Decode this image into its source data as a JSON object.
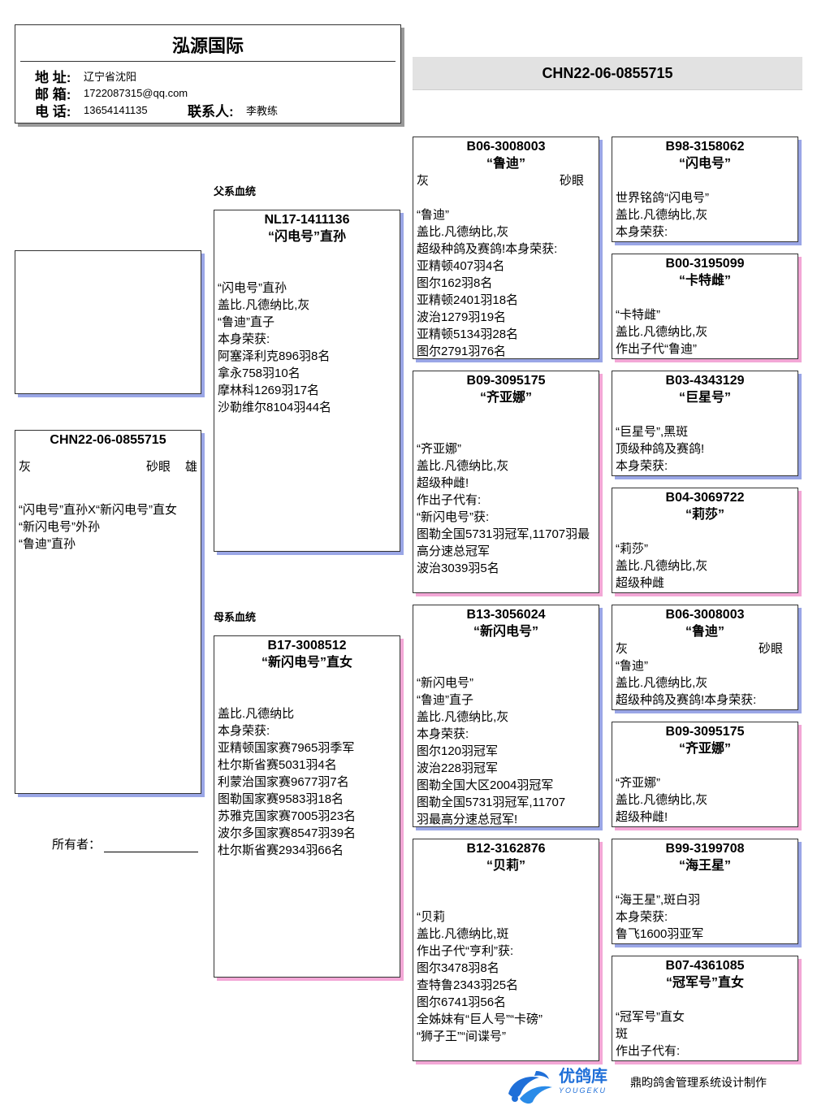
{
  "header": {
    "title": "泓源国际",
    "address_label": "地  址:",
    "address": "辽宁省沈阳",
    "email_label": "邮  箱:",
    "email": "1722087315@qq.com",
    "phone_label": "电  话:",
    "phone": "13654141135",
    "contact_label": "联系人:",
    "contact": "李教练"
  },
  "ring_banner": "CHN22-06-0855715",
  "sections": {
    "sire": "父系血统",
    "dam": "母系血统"
  },
  "main_bird": {
    "ring": "CHN22-06-0855715",
    "color": "灰",
    "eye": "砂眼",
    "sex": "雄",
    "notes": "“闪电号”直孙X“新闪电号”直女\n“新闪电号”外孙\n“鲁迪”直孙"
  },
  "owner_label": "所有者：",
  "sire": {
    "ring": "NL17-1411136",
    "name": "“闪电号”直孙",
    "notes": "“闪电号”直孙\n盖比.凡德纳比,灰\n“鲁迪”直子\n本身荣获:\n阿塞泽利克896羽8名\n拿永758羽10名\n摩林科1269羽17名\n沙勒维尔8104羽44名"
  },
  "dam": {
    "ring": "B17-3008512",
    "name": "“新闪电号”直女",
    "notes": "盖比.凡德纳比\n本身荣获:\n亚精顿国家赛7965羽季军\n杜尔斯省赛5031羽4名\n利蒙治国家赛9677羽7名\n图勒国家赛9583羽18名\n苏雅克国家赛7005羽23名\n波尔多国家赛8547羽39名\n杜尔斯省赛2934羽66名"
  },
  "grandparents": [
    {
      "ring": "B06-3008003",
      "name": "“鲁迪”",
      "color": "灰",
      "eye": "砂眼",
      "notes": "\n“鲁迪”\n盖比.凡德纳比,灰\n超级种鸽及赛鸽!本身荣获:\n亚精顿407羽4名\n图尔162羽8名\n亚精顿2401羽18名\n波治1279羽19名\n亚精顿5134羽28名\n图尔2791羽76名"
    },
    {
      "ring": "B09-3095175",
      "name": "“齐亚娜”",
      "notes": "\n\n“齐亚娜”\n盖比.凡德纳比,灰\n超级种雌!\n作出子代有:\n“新闪电号”获:\n图勒全国5731羽冠军,11707羽最\n高分速总冠军\n波治3039羽5名"
    },
    {
      "ring": "B13-3056024",
      "name": "“新闪电号”",
      "notes": "\n\n“新闪电号”\n“鲁迪”直子\n盖比.凡德纳比,灰\n本身荣获:\n图尔120羽冠军\n波治228羽冠军\n图勒全国大区2004羽冠军\n图勒全国5731羽冠军,11707\n羽最高分速总冠军!"
    },
    {
      "ring": "B12-3162876",
      "name": "“贝莉”",
      "notes": "\n\n“贝莉\n盖比.凡德纳比,斑\n作出子代“亨利”获:\n图尔3478羽8名\n查特鲁2343羽25名\n图尔6741羽56名\n全姊妹有“巨人号”“卡磅”\n“狮子王”“间谍号”"
    }
  ],
  "great_grandparents": [
    {
      "ring": "B98-3158062",
      "name": "“闪电号”",
      "notes": "\n世界铭鸽“闪电号”\n盖比.凡德纳比,灰\n本身荣获:"
    },
    {
      "ring": "B00-3195099",
      "name": "“卡特雌”",
      "notes": "\n“卡特雌”\n盖比.凡德纳比,灰\n作出子代“鲁迪”"
    },
    {
      "ring": "B03-4343129",
      "name": "“巨星号”",
      "notes": "\n“巨星号”,黑斑\n顶级种鸽及赛鸽!\n本身荣获:"
    },
    {
      "ring": "B04-3069722",
      "name": "“莉莎”",
      "notes": "\n“莉莎”\n盖比.凡德纳比,灰\n超级种雌"
    },
    {
      "ring": "B06-3008003",
      "name": "“鲁迪”",
      "color": "灰",
      "eye": "砂眼",
      "notes": "“鲁迪”\n盖比.凡德纳比,灰\n超级种鸽及赛鸽!本身荣获:"
    },
    {
      "ring": "B09-3095175",
      "name": "“齐亚娜”",
      "notes": "\n“齐亚娜”\n盖比.凡德纳比,灰\n超级种雌!"
    },
    {
      "ring": "B99-3199708",
      "name": "“海王星”",
      "notes": "\n“海王星”,斑白羽\n本身荣获:\n鲁飞1600羽亚军"
    },
    {
      "ring": "B07-4361085",
      "name": "“冠军号”直女",
      "notes": "\n“冠军号”直女\n斑\n作出子代有:"
    }
  ],
  "footer": {
    "logo_cn": "优鸽库",
    "logo_en": "YOUGEKU",
    "credit": "鼎昀鸽舍管理系统设计制作"
  },
  "colors": {
    "blue_shadow": "#9aa6e6",
    "pink_shadow": "#f3a7d6",
    "logo_blue": "#1f6fd8"
  }
}
